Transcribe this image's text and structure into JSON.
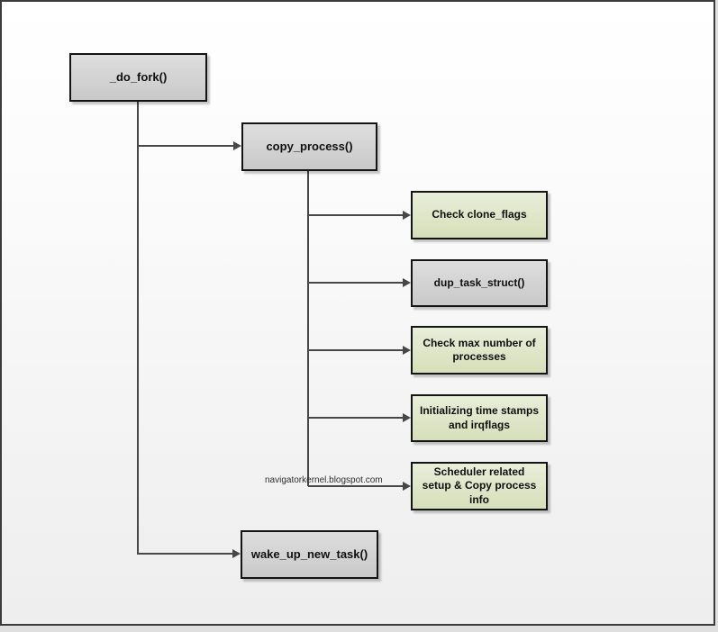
{
  "watermark": {
    "text": "navigatorkernel.blogspot.com"
  },
  "nodes": {
    "do_fork": {
      "label": "_do_fork()",
      "style": "gray"
    },
    "copy_process": {
      "label": "copy_process()",
      "style": "gray"
    },
    "check_clone_flags": {
      "label": "Check clone_flags",
      "style": "green"
    },
    "dup_task_struct": {
      "label": "dup_task_struct()",
      "style": "gray"
    },
    "check_max": {
      "label": "Check max number of processes",
      "style": "green"
    },
    "init_timestamps": {
      "label": "Initializing time stamps and irqflags",
      "style": "green"
    },
    "scheduler_setup": {
      "label": "Scheduler related setup & Copy process info",
      "style": "green"
    },
    "wake_up_new_task": {
      "label": "wake_up_new_task()",
      "style": "gray"
    }
  },
  "colors": {
    "gray_fill_top": "#dedede",
    "gray_fill_bottom": "#c9c9c9",
    "green_fill_top": "#e9eed9",
    "green_fill_bottom": "#d6dfba",
    "node_border": "#141414",
    "line": "#474747",
    "frame_border": "#3b3b3b"
  }
}
